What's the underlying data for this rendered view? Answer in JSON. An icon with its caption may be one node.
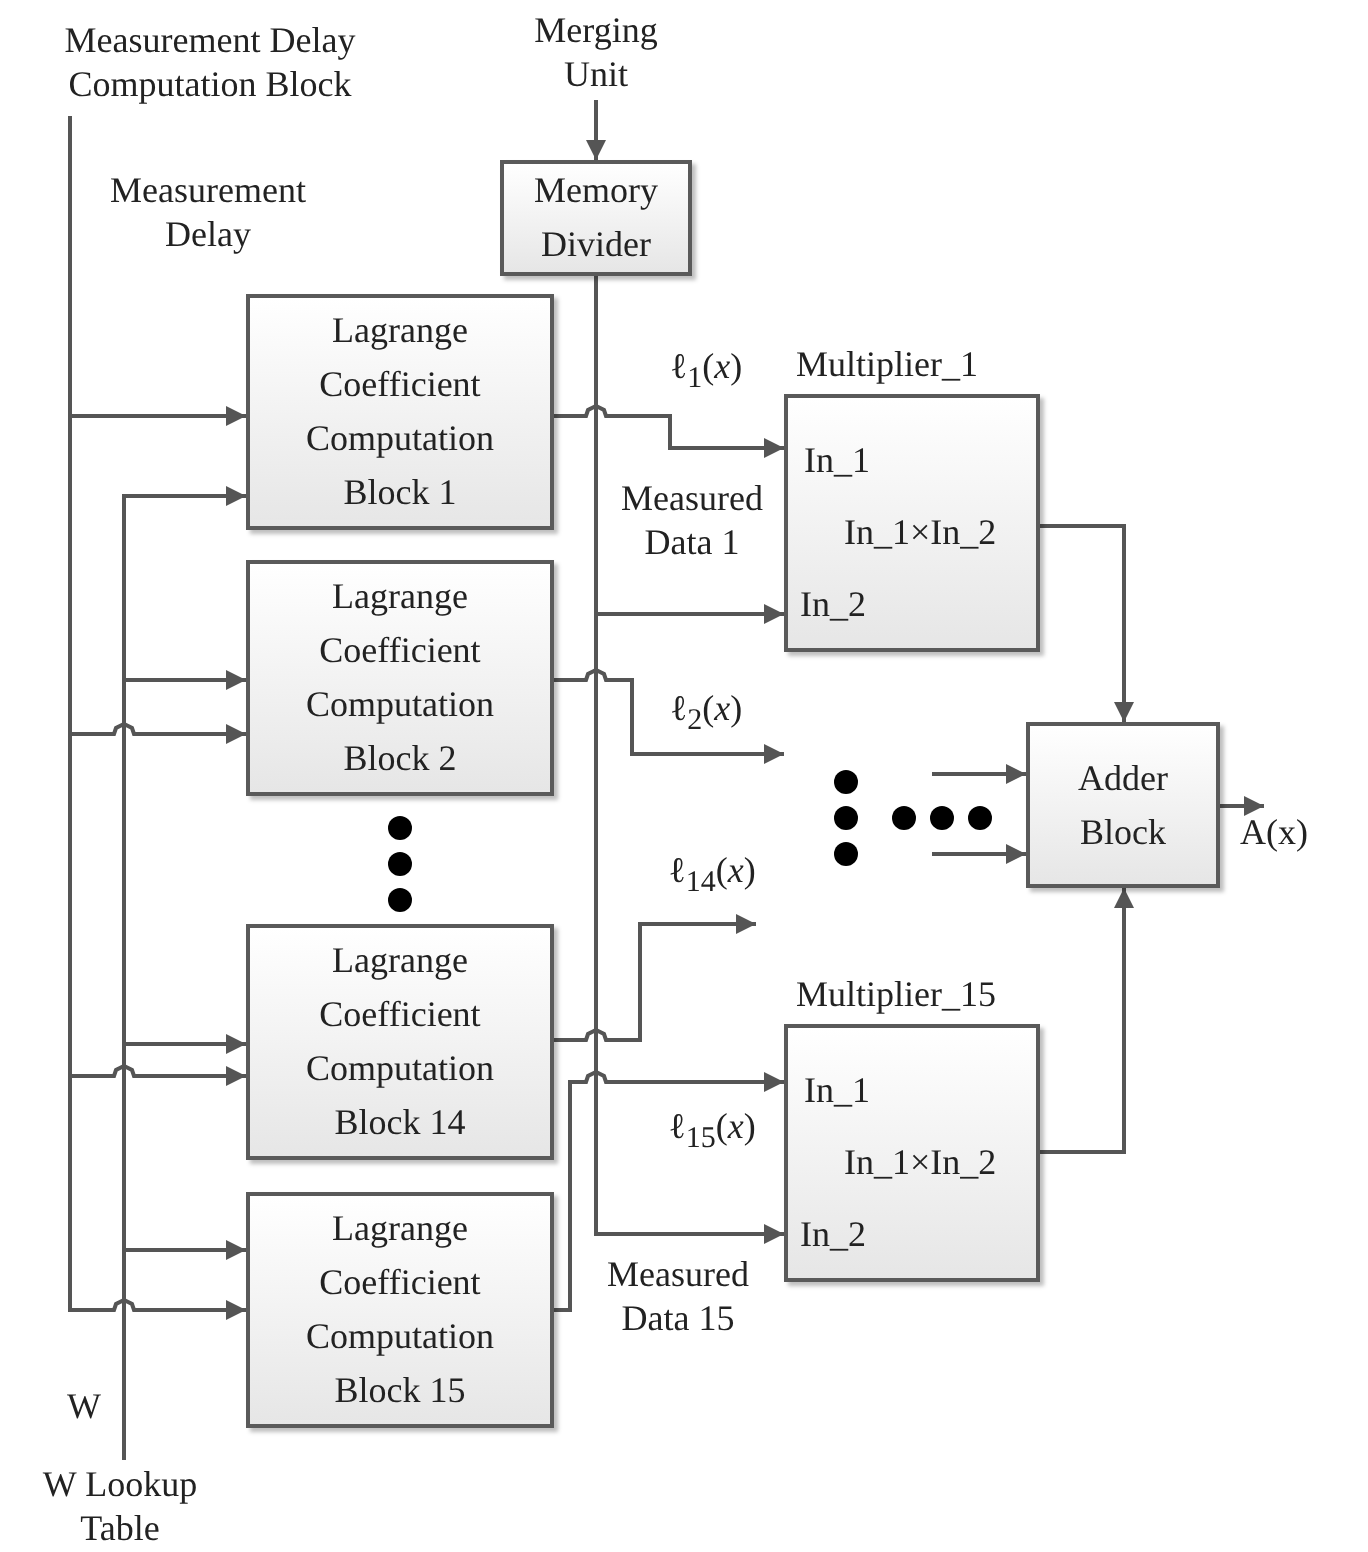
{
  "diagram": {
    "nodes": [
      {
        "text": [
          "Measurement Delay Computation Block"
        ]
      },
      {
        "text": [
          "Merging Unit"
        ]
      },
      {
        "text": [
          "Memory Divider"
        ]
      },
      {
        "text": [
          "Lagrange Coefficient Computation Block 1"
        ]
      },
      {
        "text": [
          "Lagrange Coefficient Computation Block 2"
        ]
      },
      {
        "text": [
          "Lagrange Coefficient Computation Block 14"
        ]
      },
      {
        "text": [
          "Lagrange Coefficient Computation Block 15"
        ]
      },
      {
        "text": [
          "Multiplier_1",
          "In_1",
          "In_1×In_2",
          "In_2"
        ]
      },
      {
        "text": [
          "Multiplier_15",
          "In_1",
          "In_1×In_2",
          "In_2"
        ]
      },
      {
        "text": [
          "Adder Block"
        ]
      },
      {
        "text": [
          "W Lookup Table"
        ]
      },
      {
        "text": [
          "A(x)"
        ]
      }
    ],
    "edges": [
      {
        "from": 0,
        "to": 3,
        "arrow": "to"
      },
      {
        "from": 0,
        "to": 4,
        "arrow": "to"
      },
      {
        "from": 0,
        "to": 5,
        "arrow": "to"
      },
      {
        "from": 0,
        "to": 6,
        "arrow": "to"
      },
      {
        "from": 10,
        "to": 3,
        "arrow": "to"
      },
      {
        "from": 10,
        "to": 4,
        "arrow": "to"
      },
      {
        "from": 10,
        "to": 5,
        "arrow": "to"
      },
      {
        "from": 10,
        "to": 6,
        "arrow": "to"
      },
      {
        "from": 1,
        "to": 2,
        "arrow": "to"
      },
      {
        "from": 2,
        "to": 7,
        "arrow": "to",
        "label": "Measured Data 1"
      },
      {
        "from": 2,
        "to": 8,
        "arrow": "to",
        "label": "Measured Data 15"
      },
      {
        "from": 3,
        "to": 7,
        "arrow": "to",
        "label": "ℓ$_{1}$(*x*)"
      },
      {
        "from": 4,
        "to": null,
        "arrow": "to",
        "label": "ℓ$_{2}$(*x*)"
      },
      {
        "from": 5,
        "to": null,
        "arrow": "to",
        "label": "ℓ$_{14}$(*x*)"
      },
      {
        "from": 6,
        "to": 8,
        "arrow": "to",
        "label": "ℓ$_{15}$(*x*)"
      },
      {
        "from": 7,
        "to": 9,
        "arrow": "to"
      },
      {
        "from": 8,
        "to": 9,
        "arrow": "to"
      },
      {
        "from": null,
        "to": 9,
        "arrow": "to"
      },
      {
        "from": null,
        "to": 9,
        "arrow": "to"
      },
      {
        "from": 9,
        "to": 11,
        "arrow": "to"
      }
    ],
    "labels": [
      "Measurement Delay",
      "W"
    ]
  }
}
